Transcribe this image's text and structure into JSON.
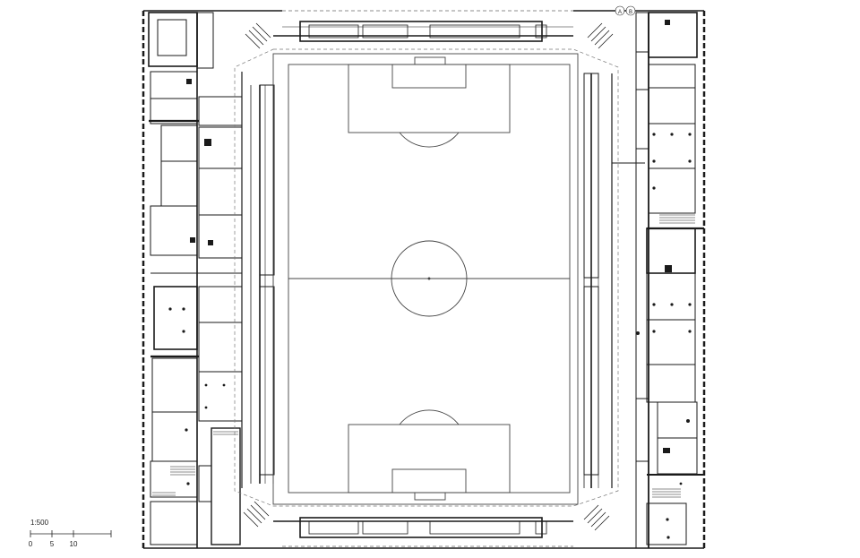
{
  "scale_bar": {
    "ratio_label": "1:500",
    "ticks": [
      "0",
      "5",
      "10"
    ]
  },
  "grid_markers": [
    "A",
    "B"
  ],
  "colors": {
    "line": "#1a1a1a",
    "thin": "#555555",
    "dashed": "#777777",
    "background": "#ffffff"
  }
}
